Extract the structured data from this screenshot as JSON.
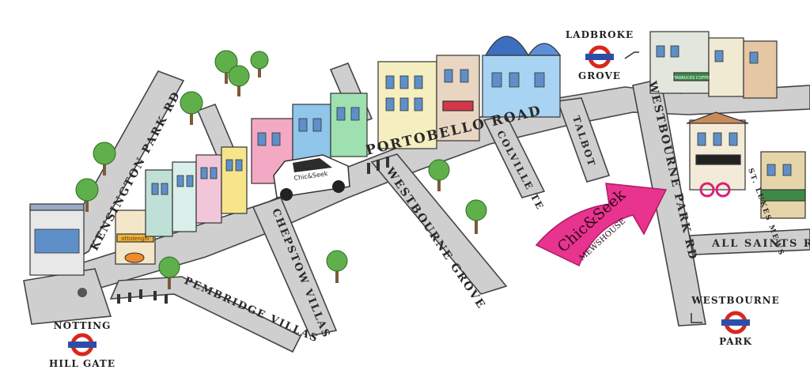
{
  "streets": {
    "kensington_park_rd": "KENSINGTON PARK RD",
    "portobello_road": "PORTOBELLO ROAD",
    "westbourne_park_rd": "WESTBOURNE PARK RD",
    "chepstow_villas": "CHEPSTOW VILLAS",
    "pembridge_villas": "PEMBRIDGE VILLAS",
    "westbourne_grove": "WESTBOURNE GROVE",
    "colville_terrace": "COLVILLE TE",
    "talbot": "TALBOT",
    "st_lukes_mews": "ST. LUKES MEWS",
    "all_saints_rd": "ALL SAINTS RD"
  },
  "stations": {
    "ladbroke_grove": {
      "line1": "LADBROKE",
      "line2": "GROVE"
    },
    "notting_hill_gate": {
      "line1": "NOTTING",
      "line2": "HILL GATE"
    },
    "westbourne_park": {
      "line1": "WESTBOURNE",
      "line2": "PARK"
    }
  },
  "arrow": {
    "brand": "Chic&Seek",
    "sub": "MEWSHOUSE"
  },
  "car": {
    "brand": "Chic&Seek"
  },
  "shop_signs": {
    "starbucks": "STARBUCKS COFFEE",
    "ottolenghi": "ottolenghi"
  },
  "colors": {
    "road": "#cfcfcf",
    "arrow": "#e8338f",
    "underground_red": "#d9271c",
    "underground_blue": "#2b4fa8",
    "tree": "#5fb04a"
  }
}
